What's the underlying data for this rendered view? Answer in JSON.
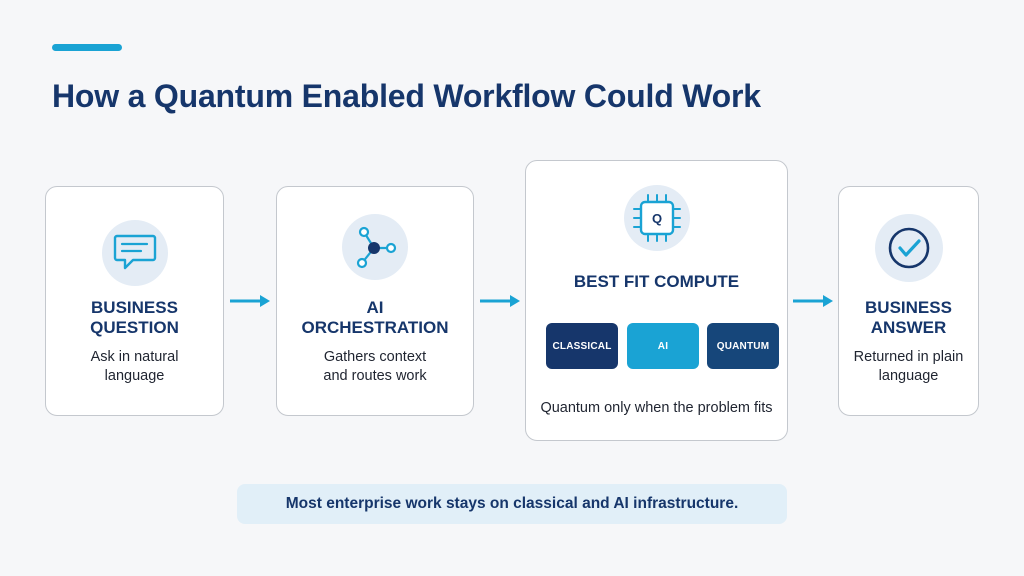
{
  "title": "How a Quantum Enabled Workflow Could Work",
  "colors": {
    "accent": "#1aa3d4",
    "navy": "#16366b",
    "icon_bg": "#e4ecf5",
    "classical_chip": "#16366b",
    "ai_chip": "#1aa3d4",
    "quantum_chip": "#16467a"
  },
  "steps": [
    {
      "icon": "speech-bubble-icon",
      "heading_line1": "BUSINESS",
      "heading_line2": "QUESTION",
      "sub_line1": "Ask in natural",
      "sub_line2": "language"
    },
    {
      "icon": "network-nodes-icon",
      "heading_line1": "AI",
      "heading_line2": "ORCHESTRATION",
      "sub_line1": "Gathers context",
      "sub_line2": "and routes work"
    },
    {
      "icon": "quantum-chip-icon",
      "icon_letter": "Q",
      "heading": "BEST FIT COMPUTE",
      "chips": [
        "CLASSICAL",
        "AI",
        "QUANTUM"
      ],
      "sub": "Quantum only when the problem fits"
    },
    {
      "icon": "checkmark-circle-icon",
      "heading_line1": "BUSINESS",
      "heading_line2": "ANSWER",
      "sub_line1": "Returned in plain",
      "sub_line2": "language"
    }
  ],
  "footer": "Most enterprise work stays on classical and AI infrastructure."
}
